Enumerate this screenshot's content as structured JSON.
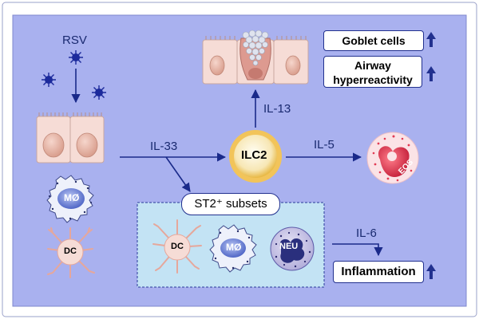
{
  "labels": {
    "rsv": "RSV",
    "il33": "IL-33",
    "il13": "IL-13",
    "il5": "IL-5",
    "il6": "IL-6",
    "st2_subsets": "ST2⁺ subsets"
  },
  "cells": {
    "ilc2": "ILC2",
    "eos": "EOS",
    "macrophage": "MØ",
    "dc": "DC",
    "neutrophil": "NEU"
  },
  "outcomes": {
    "goblet_cells": "Goblet cells",
    "airway_line1": "Airway",
    "airway_line2": "hyperreactivity",
    "inflammation": "Inflammation"
  },
  "colors": {
    "background": "#a9b1ef",
    "arrow": "#1a2a8a",
    "virus": "#1c2a9c",
    "epithelium": "#f6dcd6",
    "nucleus": "#e8b6a7",
    "ilc2_ring": "#f2c45a",
    "eosinophil": "#cc1f3a",
    "up_arrow": "#22318f"
  },
  "icons": [
    "virus-icon",
    "epithelium-icon",
    "goblet-cell-icon",
    "macrophage-icon",
    "dendritic-cell-icon",
    "ilc2-icon",
    "eosinophil-icon",
    "neutrophil-icon",
    "up-arrow-icon"
  ]
}
